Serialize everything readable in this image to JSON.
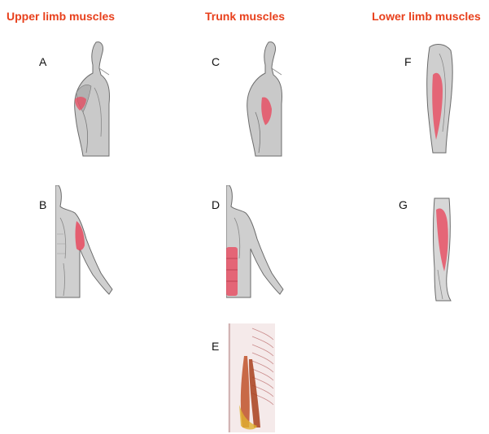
{
  "columns": {
    "upper": "Upper limb muscles",
    "trunk": "Trunk muscles",
    "lower": "Lower limb muscles"
  },
  "figures": [
    {
      "letter": "A",
      "region": "upper",
      "highlight_color": "#e84a5f"
    },
    {
      "letter": "B",
      "region": "upper",
      "highlight_color": "#e84a5f"
    },
    {
      "letter": "C",
      "region": "trunk",
      "highlight_color": "#e84a5f"
    },
    {
      "letter": "D",
      "region": "trunk",
      "highlight_color": "#e84a5f"
    },
    {
      "letter": "E",
      "region": "trunk",
      "highlight_color": "#c0522a"
    },
    {
      "letter": "F",
      "region": "lower",
      "highlight_color": "#e84a5f"
    },
    {
      "letter": "G",
      "region": "lower",
      "highlight_color": "#e84a5f"
    }
  ],
  "colors": {
    "title": "#e8401c",
    "muscle_gray": "#9a9a9a",
    "highlight": "#e84a5f"
  }
}
